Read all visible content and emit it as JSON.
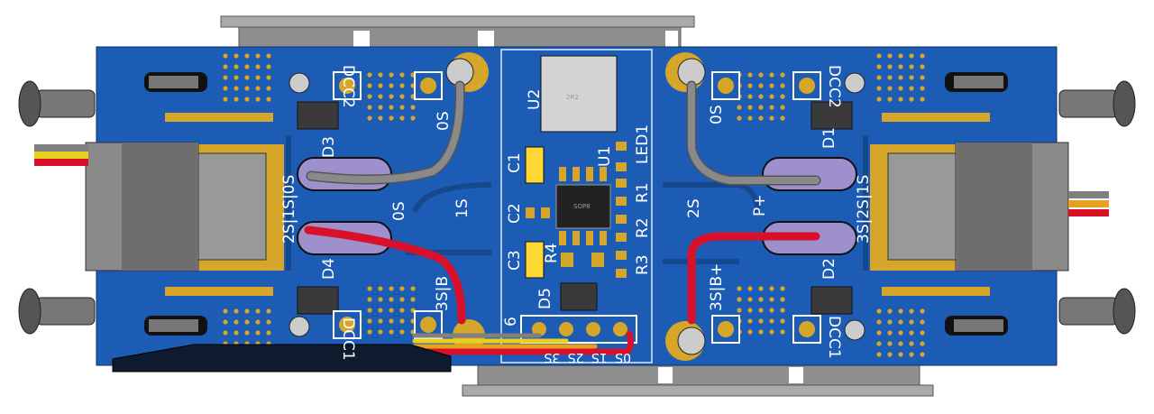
{
  "colors": {
    "board": "#1d5cb5",
    "copper": "#d6a62a",
    "rail": "#9a9a9a",
    "wire_red": "#d8102a",
    "wire_grey": "#808080",
    "wire_yellow": "#e8d020",
    "slot": "#9e90cc"
  },
  "left": {
    "label_pins": "2S|1S|0S",
    "label_0s_top": "0S",
    "label_0s_mid": "0S",
    "label_1s": "1S",
    "label_3sb": "3S|B",
    "dcc2": "DCC2",
    "dcc1": "DCC1",
    "d3": "D3",
    "d4": "D4"
  },
  "right": {
    "label_0s": "0S",
    "dcc2": "DCC2",
    "dcc1": "DCC1",
    "d1": "D1",
    "d2": "D2",
    "label_pins": "3S|2S|1S",
    "label_2s": "2S",
    "label_p": "P+",
    "label_3sb": "3S|B+"
  },
  "center": {
    "u2": "U2",
    "u1": "U1",
    "c1": "C1",
    "c2": "C2",
    "c3": "C3",
    "r4": "R4",
    "led1": "LED1",
    "r1": "R1",
    "r2": "R2",
    "r3": "R3",
    "d5": "D5",
    "pin6": "6",
    "chip_marking": "SOP8",
    "inductor_marking": "2R2",
    "header_labels": "0S 1S 2S 3S"
  }
}
